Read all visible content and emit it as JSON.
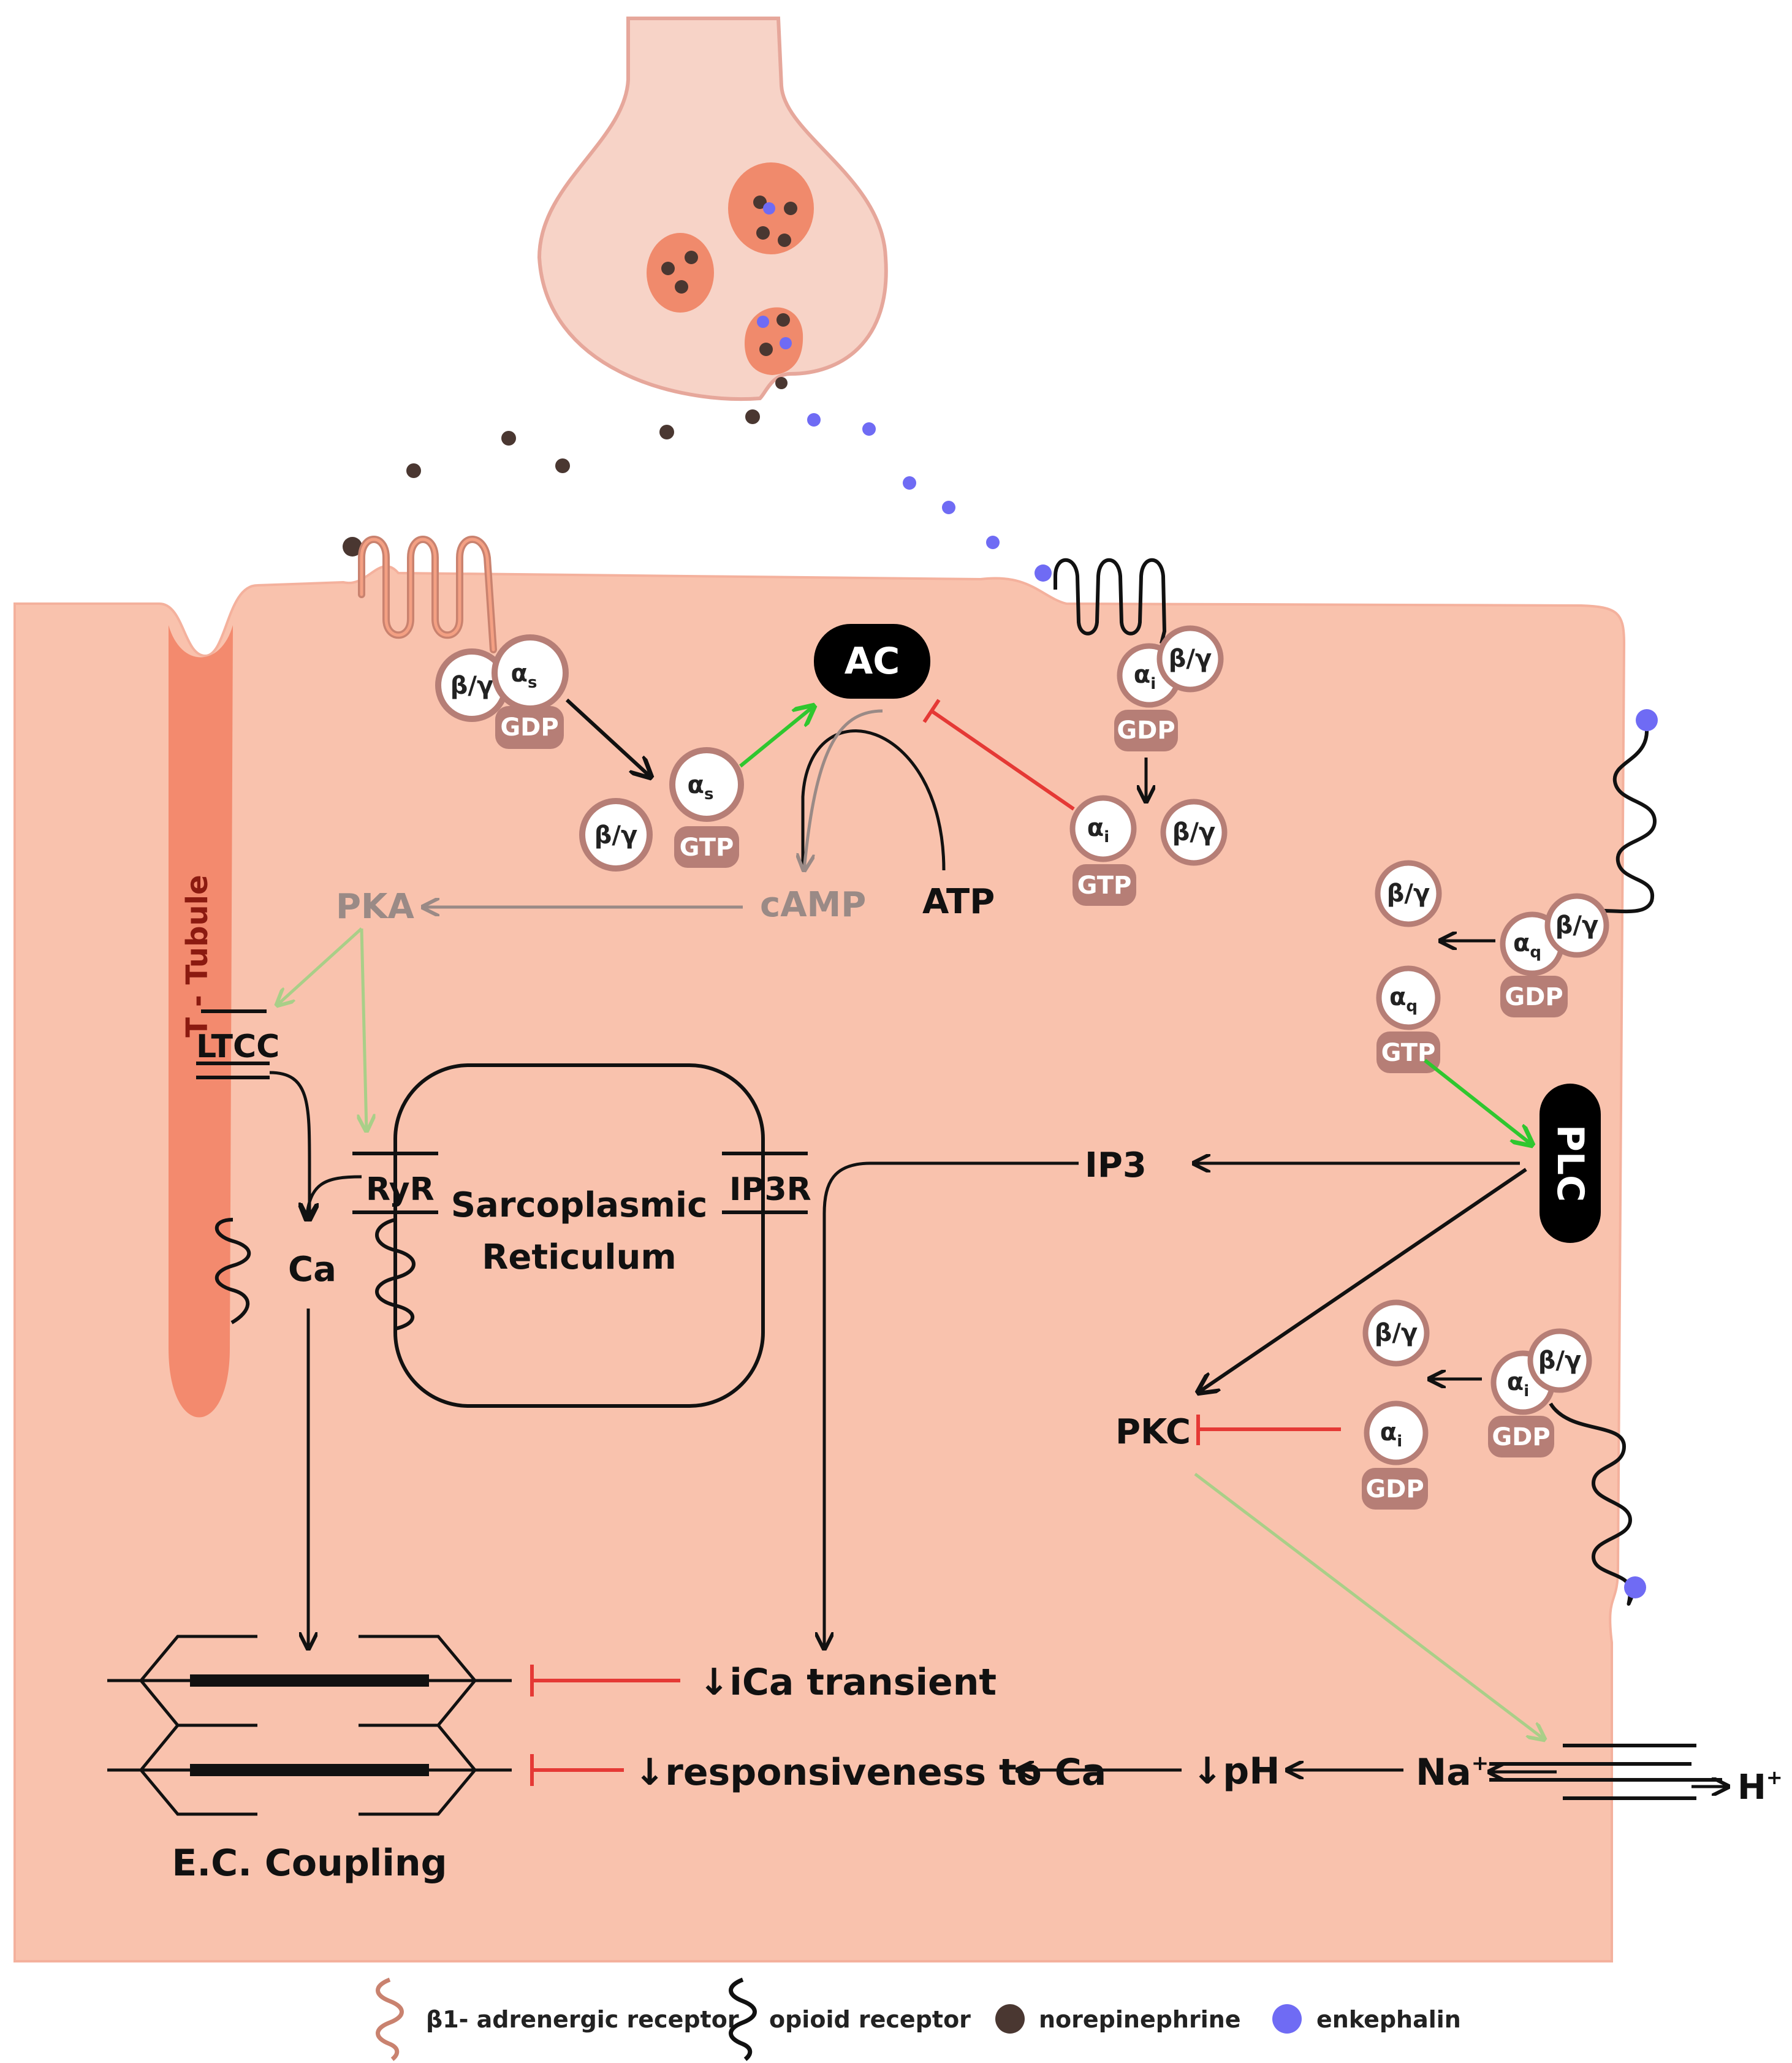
{
  "colors": {
    "cell": "#f9c2ad",
    "cell_edge": "#f4b19d",
    "ttubule": "#f38a6e",
    "terminal": "#f7d3c7",
    "terminal_edge": "#e6a79b",
    "vesicle": "#f08a6c",
    "gprotein_tag": "#b67e76",
    "norepinephrine": "#4a3731",
    "enkephalin": "#6f6bf4",
    "activation": "#2fc72f",
    "inhibition": "#e53935",
    "pka_path": "#a9cf88",
    "faded": "#9a8a86"
  },
  "labels": {
    "ac": "AC",
    "plc": "PLC",
    "atp": "ATP",
    "camp": "cAMP",
    "pka": "PKA",
    "ltcc": "LTCC",
    "ryr": "RyR",
    "ip3r": "IP3R",
    "ip3": "IP3",
    "pkc": "PKC",
    "ca": "Ca",
    "ttubule": "T - Tubule",
    "sr_line1": "Sarcoplasmic",
    "sr_line2": "Reticulum",
    "ica": "↓iCa transient",
    "resp": "↓responsiveness to Ca",
    "ph": "↓pH",
    "na": "Na",
    "h": "H",
    "plus": "+",
    "ec": "E.C. Coupling",
    "gdp": "GDP",
    "gtp": "GTP",
    "by": "β/γ",
    "alpha": "α",
    "sub_s": "s",
    "sub_i": "i",
    "sub_q": "q"
  },
  "legend": {
    "beta1": "β1- adrenergic receptor",
    "opioid": "opioid receptor",
    "ne": "norepinephrine",
    "enk": "enkephalin"
  }
}
